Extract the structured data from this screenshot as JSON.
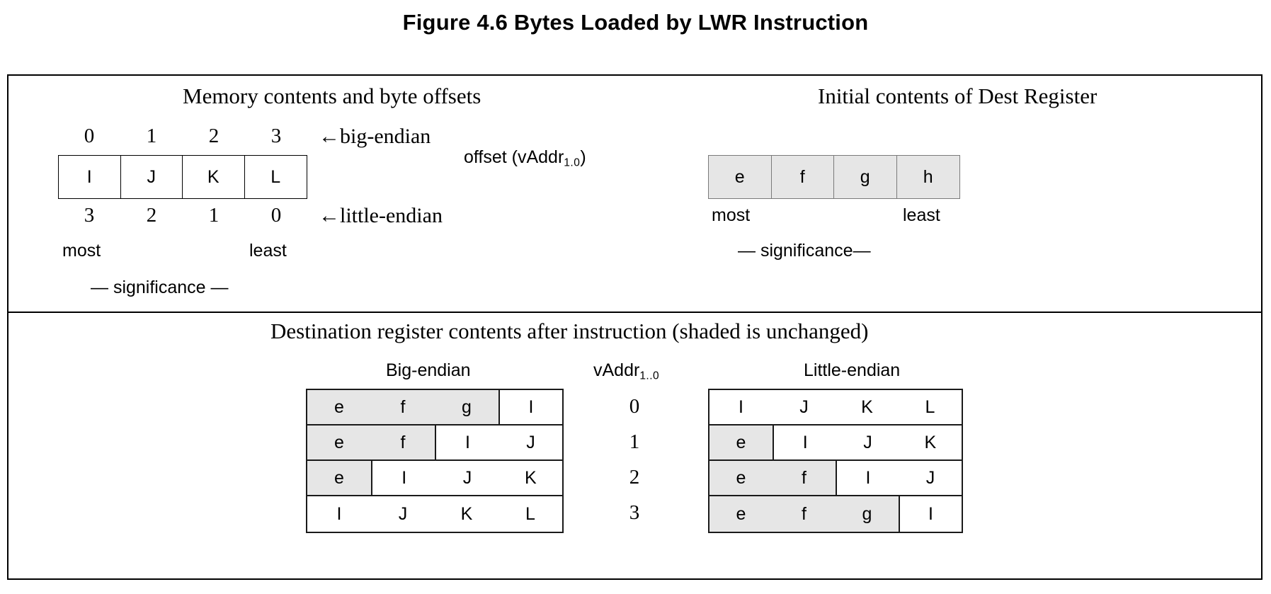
{
  "figure": {
    "title": "Figure 4.6  Bytes Loaded by LWR Instruction"
  },
  "top_panel": {
    "memory": {
      "heading": "Memory contents and byte offsets",
      "big_endian_offsets": [
        "0",
        "1",
        "2",
        "3"
      ],
      "little_endian_offsets": [
        "3",
        "2",
        "1",
        "0"
      ],
      "bytes": [
        "I",
        "J",
        "K",
        "L"
      ],
      "big_endian_arrow_label": "←big-endian",
      "little_endian_arrow_label": "←little-endian",
      "most_label": "most",
      "least_label": "least",
      "significance_label": "— significance —"
    },
    "offset_note": {
      "text": "offset (vAddr",
      "subscript": "1.0",
      "close": ")"
    },
    "dest_register": {
      "heading": "Initial contents of Dest Register",
      "bytes": [
        "e",
        "f",
        "g",
        "h"
      ],
      "most_label": "most",
      "least_label": "least",
      "significance_label": "— significance—"
    }
  },
  "bottom_panel": {
    "heading": "Destination register contents after instruction (shaded is unchanged)",
    "big_endian_label": "Big-endian",
    "little_endian_label": "Little-endian",
    "vaddr_label": "vAddr",
    "vaddr_subscript": "1..0",
    "vaddr_values": [
      "0",
      "1",
      "2",
      "3"
    ],
    "big_endian_rows": [
      {
        "shaded": [
          "e",
          "f",
          "g"
        ],
        "unshaded": [
          "I"
        ]
      },
      {
        "shaded": [
          "e",
          "f"
        ],
        "unshaded": [
          "I",
          "J"
        ]
      },
      {
        "shaded": [
          "e"
        ],
        "unshaded": [
          "I",
          "J",
          "K"
        ]
      },
      {
        "shaded": [],
        "unshaded": [
          "I",
          "J",
          "K",
          "L"
        ]
      }
    ],
    "little_endian_rows": [
      {
        "shaded": [],
        "unshaded": [
          "I",
          "J",
          "K",
          "L"
        ]
      },
      {
        "shaded": [
          "e"
        ],
        "unshaded": [
          "I",
          "J",
          "K"
        ]
      },
      {
        "shaded": [
          "e",
          "f"
        ],
        "unshaded": [
          "I",
          "J"
        ]
      },
      {
        "shaded": [
          "e",
          "f",
          "g"
        ],
        "unshaded": [
          "I"
        ]
      }
    ]
  },
  "colors": {
    "shaded_fill": "#e6e6e6",
    "unshaded_fill": "#ffffff",
    "border": "#1a1a1a",
    "register_border": "#7a7a7a"
  }
}
